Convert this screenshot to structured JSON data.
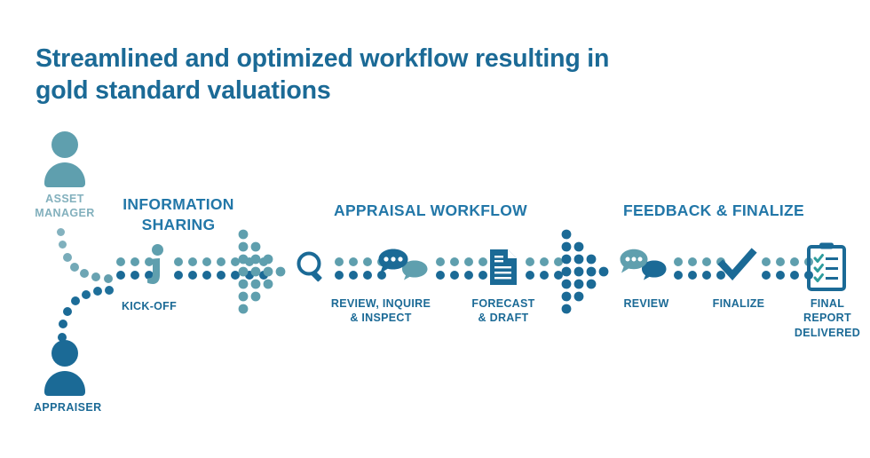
{
  "title": {
    "line1": "Streamlined and optimized workflow resulting in",
    "line2": "gold standard valuations"
  },
  "colors": {
    "teal": "#5f9fae",
    "dark_blue": "#1b6a96",
    "heading_blue": "#2277a8",
    "background": "#ffffff"
  },
  "actors": [
    {
      "id": "asset-manager",
      "label_line1": "ASSET",
      "label_line2": "MANAGER",
      "color": "#5f9fae",
      "icon": "person-icon"
    },
    {
      "id": "appraiser",
      "label_line1": "APPRAISER",
      "label_line2": "",
      "color": "#1b6a96",
      "icon": "person-icon"
    }
  ],
  "phases": [
    {
      "id": "information-sharing",
      "line1": "INFORMATION",
      "line2": "SHARING"
    },
    {
      "id": "appraisal-workflow",
      "line1": "APPRAISAL WORKFLOW",
      "line2": ""
    },
    {
      "id": "feedback-finalize",
      "line1": "FEEDBACK & FINALIZE",
      "line2": ""
    }
  ],
  "steps": [
    {
      "id": "kick-off",
      "icon": "info-icon",
      "line1": "KICK-OFF",
      "line2": "",
      "line3": ""
    },
    {
      "id": "review-inquire-inspect",
      "icon": "magnifier-icon",
      "line1": "REVIEW, INQUIRE",
      "line2": "& INSPECT",
      "line3": ""
    },
    {
      "id": "chat",
      "icon": "chat-bubbles-icon",
      "line1": "",
      "line2": "",
      "line3": ""
    },
    {
      "id": "forecast-draft",
      "icon": "document-icon",
      "line1": "FORECAST",
      "line2": "& DRAFT",
      "line3": ""
    },
    {
      "id": "review",
      "icon": "chat-bubbles-icon",
      "line1": "REVIEW",
      "line2": "",
      "line3": ""
    },
    {
      "id": "finalize",
      "icon": "checkmark-icon",
      "line1": "FINALIZE",
      "line2": "",
      "line3": ""
    },
    {
      "id": "final-report-delivered",
      "icon": "clipboard-checklist-icon",
      "line1": "FINAL",
      "line2": "REPORT",
      "line3": "DELIVERED"
    }
  ],
  "arrows": [
    {
      "id": "arrow-information-sharing",
      "color": "#5f9fae"
    },
    {
      "id": "arrow-feedback-finalize",
      "color": "#1b6a96"
    }
  ]
}
